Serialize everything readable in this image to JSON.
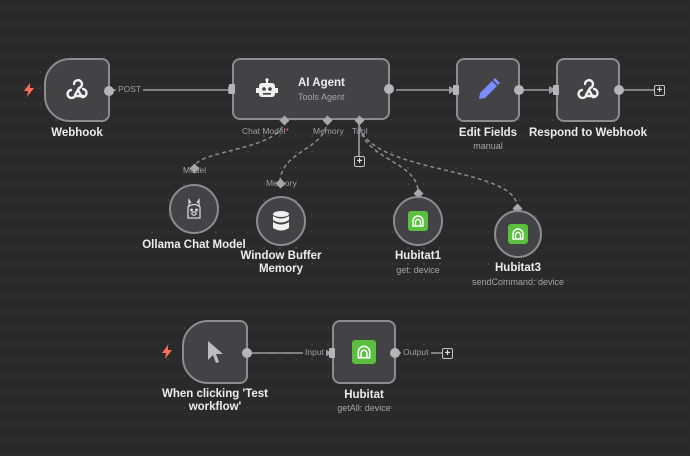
{
  "nodes": {
    "webhook": {
      "label": "Webhook",
      "icon": "webhook-icon"
    },
    "ai_agent": {
      "title": "AI Agent",
      "subtitle": "Tools Agent",
      "icon": "robot-icon",
      "ports": {
        "chat_model": "Chat Model",
        "required_mark": "*",
        "memory": "Memory",
        "tool": "Tool"
      }
    },
    "edit_fields": {
      "label": "Edit Fields",
      "subtitle": "manual",
      "icon": "pencil-icon"
    },
    "respond": {
      "label": "Respond to Webhook",
      "icon": "webhook-icon"
    },
    "ollama": {
      "label": "Ollama Chat Model",
      "port": "Model",
      "icon": "llama-icon"
    },
    "memory": {
      "label_line1": "Window Buffer",
      "label_line2": "Memory",
      "port": "Memory",
      "icon": "database-icon"
    },
    "hubitat1": {
      "label": "Hubitat1",
      "subtitle": "get: device",
      "icon": "hubitat-icon"
    },
    "hubitat3": {
      "label": "Hubitat3",
      "subtitle": "sendCommand: device",
      "icon": "hubitat-icon"
    },
    "manual_trigger": {
      "label_line1": "When clicking 'Test",
      "label_line2": "workflow'",
      "icon": "cursor-icon"
    },
    "hubitat": {
      "label": "Hubitat",
      "subtitle": "getAll: device",
      "icon": "hubitat-icon"
    }
  },
  "connections": {
    "post": "POST",
    "input": "Input",
    "output": "Output"
  },
  "colors": {
    "canvas": "#2a2a2b",
    "node": "#434345",
    "border": "#8d8d8f",
    "trigger_bolt": "#ff6d5a",
    "pencil": "#7b8cff",
    "hubitat": "#5bbf40"
  }
}
